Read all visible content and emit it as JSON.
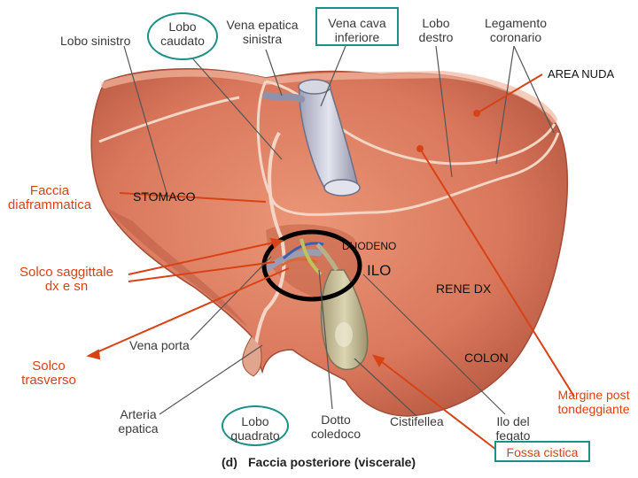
{
  "labels": {
    "lobo_sinistro": "Lobo sinistro",
    "lobo_caudato": "Lobo\ncaudato",
    "vena_epatica_sinistra": "Vena epatica\nsinistra",
    "vena_cava_inferiore": "Vena cava\ninferiore",
    "lobo_destro": "Lobo\ndestro",
    "legamento_coronario": "Legamento\ncoronario",
    "area_nuda": "AREA NUDA",
    "faccia_diaframmatica": "Faccia\ndiaframmatica",
    "stomaco": "STOMACO",
    "duodeno": "DUODENO",
    "ilo": "ILO",
    "solco_saggittale": "Solco saggittale\ndx e sn",
    "rene_dx": "RENE DX",
    "vena_porta": "Vena porta",
    "colon": "COLON",
    "solco_trasverso": "Solco\ntrasverso",
    "margine_post": "Margine post\ntondeggiante",
    "arteria_epatica": "Arteria\nepatica",
    "lobo_quadrato": "Lobo\nquadrato",
    "dotto_coledoco": "Dotto\ncoledoco",
    "cistifellea": "Cistifellea",
    "ilo_del_fegato": "Ilo del\nfegato",
    "fossa_cistica": "Fossa cistica",
    "figure_letter": "(d)",
    "caption": "Faccia posteriore (viscerale)"
  },
  "colors": {
    "liver": "#d9775c",
    "liver_dark": "#b55740",
    "liver_light": "#eea387",
    "vessel": "#c9cbd8",
    "gallbladder": "#c8c09a",
    "annotation_red": "#d84315",
    "callout_teal": "#1c8f86"
  }
}
